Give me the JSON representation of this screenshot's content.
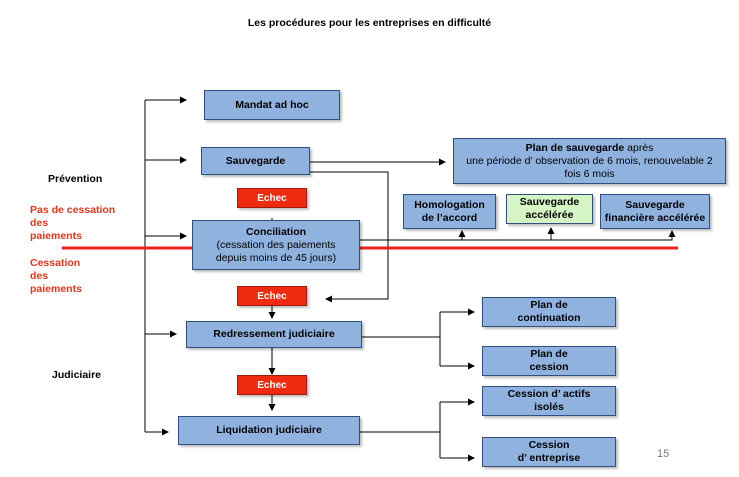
{
  "title": "Les procédures pour les entreprises en difficulté",
  "side_labels": {
    "prevention": "Prévention",
    "pas_cessation": [
      "Pas de cessation",
      "des",
      "paiements"
    ],
    "cessation": [
      "Cessation",
      "des",
      "paiements"
    ],
    "judiciaire": "Judiciaire"
  },
  "boxes": {
    "mandat": "Mandat ad hoc",
    "sauvegarde": "Sauvegarde",
    "echec1": "Echec",
    "conciliation_title": "Conciliation",
    "conciliation_line1": "(cessation des paiements",
    "conciliation_line2": "depuis moins de 45 jours)",
    "echec2": "Echec",
    "redressement": "Redressement judiciaire",
    "echec3": "Echec",
    "liquidation": "Liquidation judiciaire",
    "plan_sauvegarde_bold": "Plan de sauvegarde",
    "plan_sauvegarde_rest": " après",
    "plan_sauvegarde_line2": "une période d’ observation de 6 mois, renouvelable 2",
    "plan_sauvegarde_line3": "fois 6 mois",
    "homologation_1": "Homologation",
    "homologation_2": "de l’accord",
    "sauv_acc_1": "Sauvegarde",
    "sauv_acc_2": "accélérée",
    "sauv_fin_1": "Sauvegarde",
    "sauv_fin_2": "financière accélérée",
    "plan_continuation_1": "Plan de",
    "plan_continuation_2": "continuation",
    "plan_cession_1": "Plan de",
    "plan_cession_2": "cession",
    "cession_actifs_1": "Cession d’ actifs",
    "cession_actifs_2": "isolés",
    "cession_entreprise_1": "Cession",
    "cession_entreprise_2": "d’ entreprise"
  },
  "page_number": "15",
  "colors": {
    "box_fill": "#8fb2df",
    "green_fill": "#d6f5c4",
    "echec_fill": "#ee2b0f",
    "red_line": "#e8211a",
    "label_red": "#e8341a"
  }
}
